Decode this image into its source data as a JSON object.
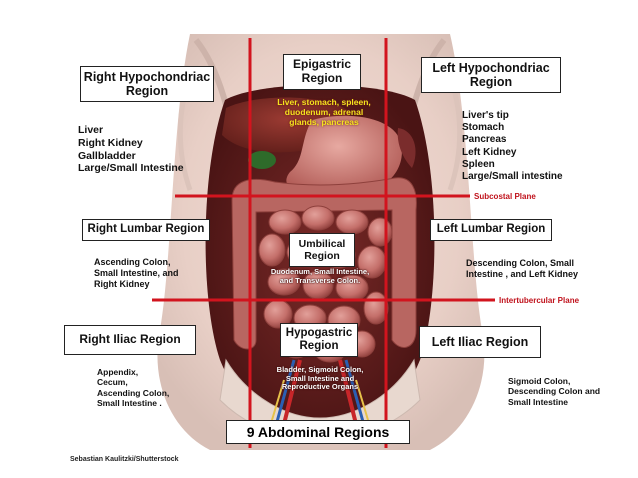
{
  "regions": {
    "right_hypochondriac": "Right Hypochondriac\nRegion",
    "epigastric": "Epigastric\nRegion",
    "left_hypochondriac": "Left Hypochondriac\nRegion",
    "right_lumbar": "Right Lumbar Region",
    "umbilical": "Umbilical\nRegion",
    "left_lumbar": "Left Lumbar Region",
    "right_iliac": "Right Iliac Region",
    "hypogastric": "Hypogastric\nRegion",
    "left_iliac": "Left Iliac Region"
  },
  "organs": {
    "right_hypochondriac": "Liver\nRight Kidney\nGallbladder\nLarge/Small Intestine",
    "epigastric": "Liver, stomach, spleen,\nduodenum, adrenal\nglands, pancreas",
    "left_hypochondriac": "Liver's tip\nStomach\nPancreas\nLeft Kidney\nSpleen\nLarge/Small intestine",
    "right_lumbar": "Ascending Colon,\nSmall Intestine, and\nRight Kidney",
    "umbilical": "Duodenum, Small Intestine,\nand Transverse Colon.",
    "left_lumbar": "Descending Colon, Small\nIntestine ,  and Left Kidney",
    "right_iliac": "Appendix,\nCecum,\nAscending Colon,\nSmall Intestine  .",
    "hypogastric": "Bladder, Sigmoid Colon,\nSmall Intestine   and\nReproductive Organs",
    "left_iliac": "Sigmoid Colon,\nDescending Colon and\nSmall Intestine"
  },
  "planes": {
    "subcostal": "Subcostal Plane",
    "intertubercular": "Intertubercular Plane"
  },
  "title": "9 Abdominal Regions",
  "credit": "Sebastian Kaulitzki/Shutterstock",
  "colors": {
    "line": "#d2141e",
    "plane_text": "#c0121c",
    "organ_label_yellow": "#f4e41f"
  }
}
